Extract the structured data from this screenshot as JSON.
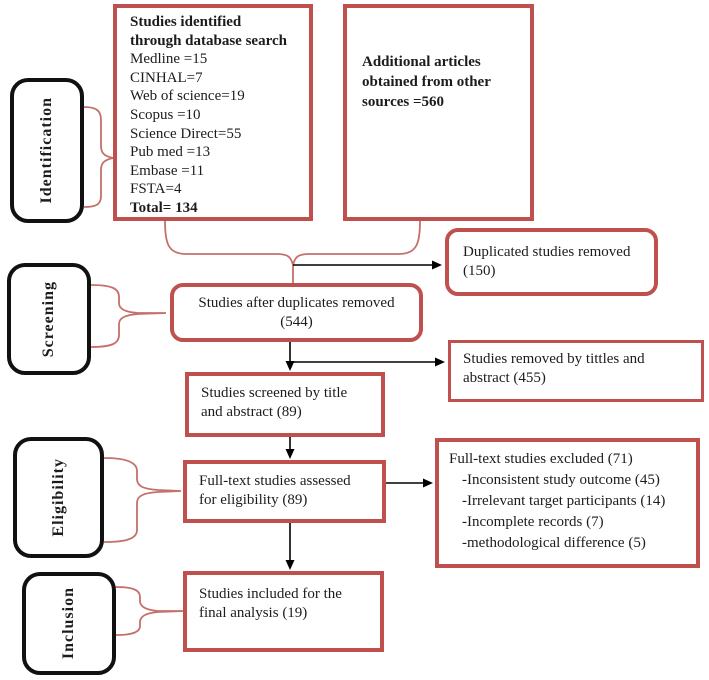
{
  "diagram": {
    "stages": [
      {
        "label": "Identification"
      },
      {
        "label": "Screening"
      },
      {
        "label": "Eligibility"
      },
      {
        "label": "Inclusion"
      }
    ],
    "boxes": {
      "database_search": {
        "title_line1": "Studies identified",
        "title_line2": "through database search",
        "sources": [
          "Medline =15",
          "CINHAL=7",
          "Web of science=19",
          "Scopus =10",
          "Science Direct=55",
          "Pub med =13",
          "Embase =11",
          "FSTA=4"
        ],
        "total": "Total= 134"
      },
      "additional_articles": {
        "text": "Additional articles obtained from other sources =560"
      },
      "duplicates_removed": {
        "text": "Duplicated studies removed (150)"
      },
      "after_duplicates": {
        "line1": "Studies after duplicates removed",
        "line2": "(544)"
      },
      "removed_by_titles": {
        "text": "Studies removed by tittles and abstract (455)"
      },
      "screened": {
        "text": "Studies screened by title and abstract (89)"
      },
      "fulltext_assessed": {
        "text": "Full-text studies assessed for eligibility (89)"
      },
      "fulltext_excluded": {
        "title": "Full-text studies excluded (71)",
        "reasons": [
          "-Inconsistent study outcome (45)",
          "-Irrelevant target participants (14)",
          "-Incomplete records (7)",
          "-methodological difference (5)"
        ]
      },
      "included": {
        "text": "Studies included for the final analysis (19)"
      }
    },
    "colors": {
      "box_border_red": "#c0504d",
      "connector_red": "#c4706b",
      "arrow_black": "#000000",
      "stage_border_black": "#111111"
    }
  }
}
